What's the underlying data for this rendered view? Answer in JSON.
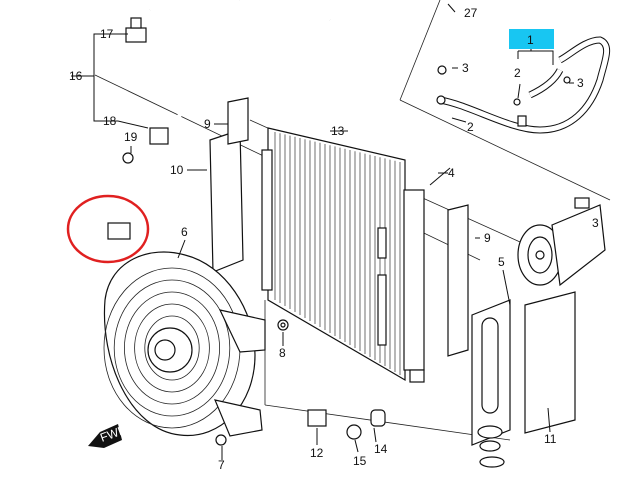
{
  "highlight_color": "#18c6f2",
  "circle_color": "#e02020",
  "icons": [
    "fwd-arrow-icon"
  ],
  "callouts": {
    "c1": "1",
    "c2a": "2",
    "c2b": "2",
    "c3a": "3",
    "c3b": "3",
    "c3c": "3",
    "c4": "4",
    "c5": "5",
    "c6": "6",
    "c7": "7",
    "c8": "8",
    "c9a": "9",
    "c9b": "9",
    "c10": "10",
    "c11": "11",
    "c12": "12",
    "c13": "13",
    "c14": "14",
    "c15": "15",
    "c16": "16",
    "c17": "17",
    "c18": "18",
    "c19": "19",
    "c27": "27"
  },
  "fwd_label": "FWD"
}
